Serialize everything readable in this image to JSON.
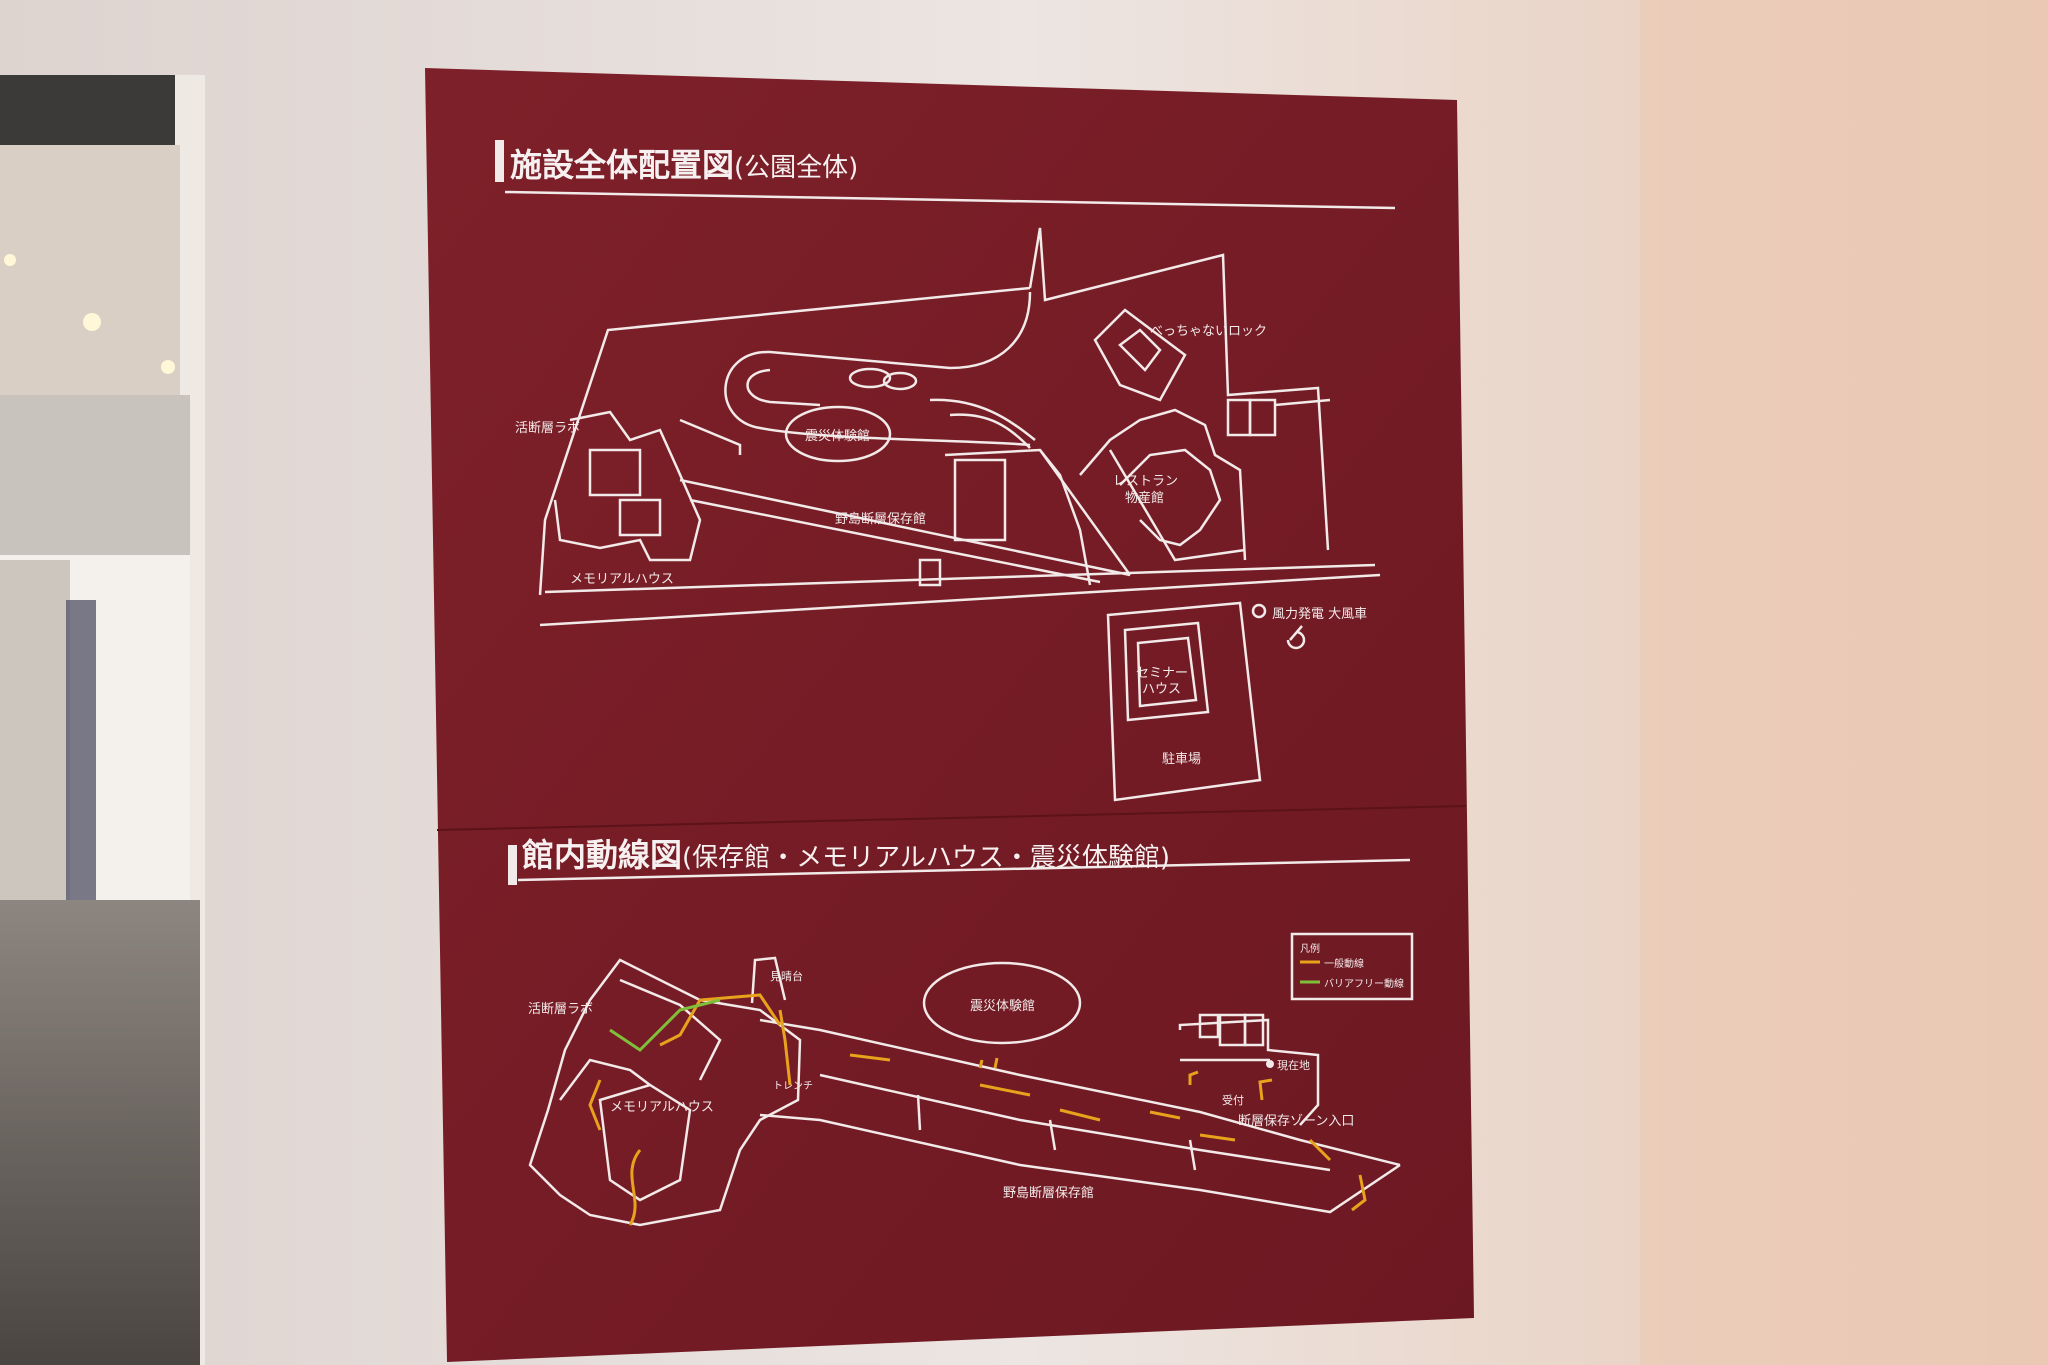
{
  "site_map": {
    "title": "施設全体配置図",
    "subtitle": "(公園全体)",
    "labels": {
      "rock": "べっちゃないロック",
      "lab": "活断層ラボ",
      "quake_hall": "震災体験館",
      "restaurant_1": "レストラン",
      "restaurant_2": "物産館",
      "fault_museum": "野島断層保存館",
      "memorial": "メモリアルハウス",
      "windmill": "風力発電 大風車",
      "seminar_1": "セミナー",
      "seminar_2": "ハウス",
      "parking": "駐車場"
    }
  },
  "route_map": {
    "title": "館内動線図",
    "subtitle": "(保存館・メモリアルハウス・震災体験館)",
    "labels": {
      "lookout": "見晴台",
      "lab": "活断層ラボ",
      "quake_hall": "震災体験館",
      "trench": "トレンチ",
      "memorial": "メモリアルハウス",
      "current": "現在地",
      "reception": "受付",
      "zone_entrance": "断層保存ゾーン入口",
      "fault_museum": "野島断層保存館"
    },
    "legend": {
      "title": "凡例",
      "general": "一般動線",
      "barrier_free": "バリアフリー動線",
      "general_color": "#e8a21c",
      "barrier_free_color": "#7fbf3a"
    }
  },
  "colors": {
    "board": "#7a1e28",
    "wall": "#e6ddd9",
    "line": "#f2e9e9"
  }
}
